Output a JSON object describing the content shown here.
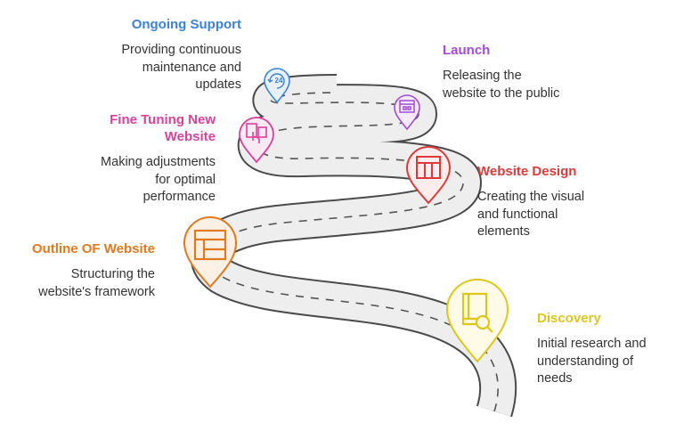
{
  "colors": {
    "road_fill": "#eeeeee",
    "road_edge": "#4a4a4a",
    "road_dash": "#555555",
    "discovery": "#dfc61b",
    "outline": "#e07a1f",
    "design": "#df3a3a",
    "launch": "#a34ad6",
    "fine_tuning": "#d9419a",
    "support": "#3a83d6",
    "text": "#333333"
  },
  "stages": [
    {
      "id": "discovery",
      "title": "Discovery",
      "description": "Initial research and\nunderstanding of\nneeds",
      "icon": "book-search-icon"
    },
    {
      "id": "outline",
      "title": "Outline OF Website",
      "description": "Structuring the\nwebsite's framework",
      "icon": "layout-icon"
    },
    {
      "id": "design",
      "title": "Website Design",
      "description": "Creating the visual\nand functional\nelements",
      "icon": "grid-icon"
    },
    {
      "id": "fine_tuning",
      "title": "Fine Tuning New\nWebsite",
      "description": "Making adjustments\nfor optimal\nperformance",
      "icon": "devices-touch-icon"
    },
    {
      "id": "launch",
      "title": "Launch",
      "description": "Releasing the\nwebsite to the public",
      "icon": "browser-window-icon"
    },
    {
      "id": "support",
      "title": "Ongoing Support",
      "description": "Providing continuous\nmaintenance and\nupdates",
      "icon": "support-24-icon"
    }
  ]
}
